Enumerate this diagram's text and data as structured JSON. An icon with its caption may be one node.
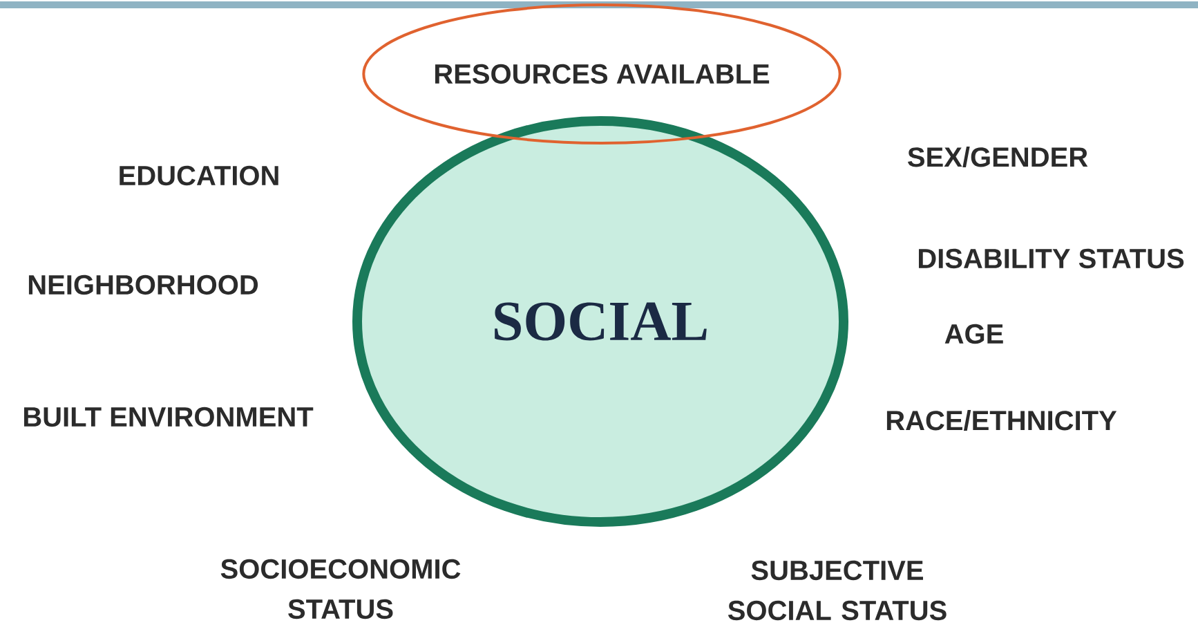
{
  "diagram": {
    "nodes": [
      {
        "text": [
          "RESOURCES AVAILABLE"
        ]
      },
      {
        "text": [
          "SOCIAL"
        ]
      }
    ],
    "labels": [
      "EDUCATION",
      "SEX/GENDER",
      "DISABILITY STATUS",
      "NEIGHBORHOOD",
      "AGE",
      "BUILT ENVIRONMENT",
      "RACE/ETHNICITY",
      "SOCIOECONOMIC STATUS",
      "SUBJECTIVE SOCIAL STATUS"
    ]
  }
}
